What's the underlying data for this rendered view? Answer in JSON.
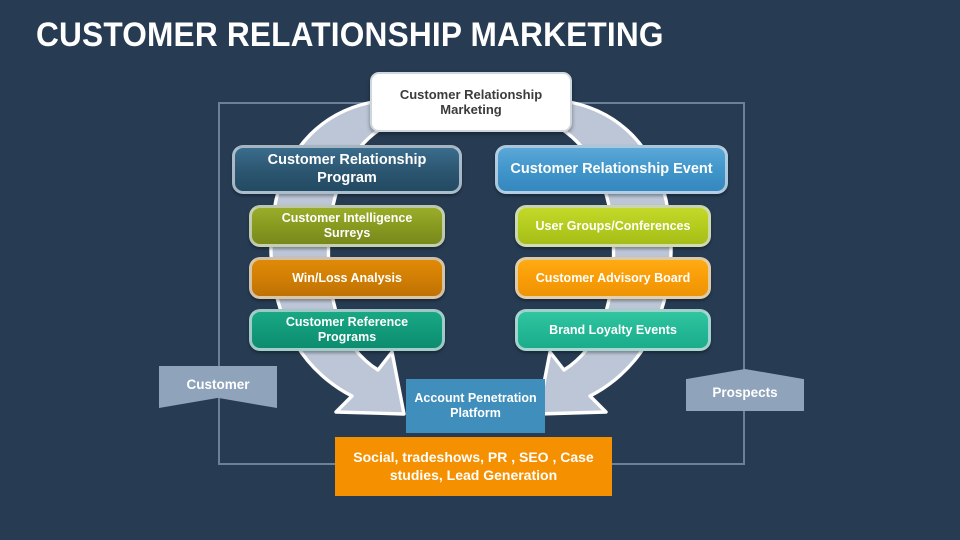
{
  "slide": {
    "title": "CUSTOMER RELATIONSHIP MARKETING",
    "background_color": "#273c53",
    "frame_color": "#6c8099"
  },
  "diagram": {
    "type": "cycle-hierarchy",
    "root": {
      "label": "Customer Relationship Marketing",
      "color": "#ffffff",
      "text_color": "#3b3b3b"
    },
    "branches": [
      {
        "header": {
          "label": "Customer Relationship Program",
          "color": "#2c5570"
        },
        "items": [
          {
            "label": "Customer Intelligence Surreys",
            "color": "#86991f"
          },
          {
            "label": "Win/Loss Analysis",
            "color": "#cf7d04"
          },
          {
            "label": "Customer Reference Programs",
            "color": "#11997a"
          }
        ]
      },
      {
        "header": {
          "label": "Customer Relationship Event",
          "color": "#3f94c9"
        },
        "items": [
          {
            "label": "User Groups/Conferences",
            "color": "#b3cb1d"
          },
          {
            "label": "Customer Advisory Board",
            "color": "#f89c06"
          },
          {
            "label": "Brand Loyalty Events",
            "color": "#22b795"
          }
        ]
      }
    ],
    "platform": {
      "label": "Account Penetration Platform",
      "color": "#3f8ebc"
    },
    "outcome": {
      "label": "Social, tradeshows, PR , SEO , Case studies, Lead Generation",
      "color": "#f59100"
    },
    "tags": [
      {
        "label": "Customer",
        "color": "#8fa3bb",
        "direction": "down"
      },
      {
        "label": "Prospects",
        "color": "#8fa3bb",
        "direction": "up"
      }
    ],
    "arrows": {
      "color": "#bcc6d6",
      "outline_color": "#ffffff",
      "count": 2,
      "description": "Two curved arrows sweeping from the root box down the left and right sides into the Account Penetration Platform"
    }
  }
}
